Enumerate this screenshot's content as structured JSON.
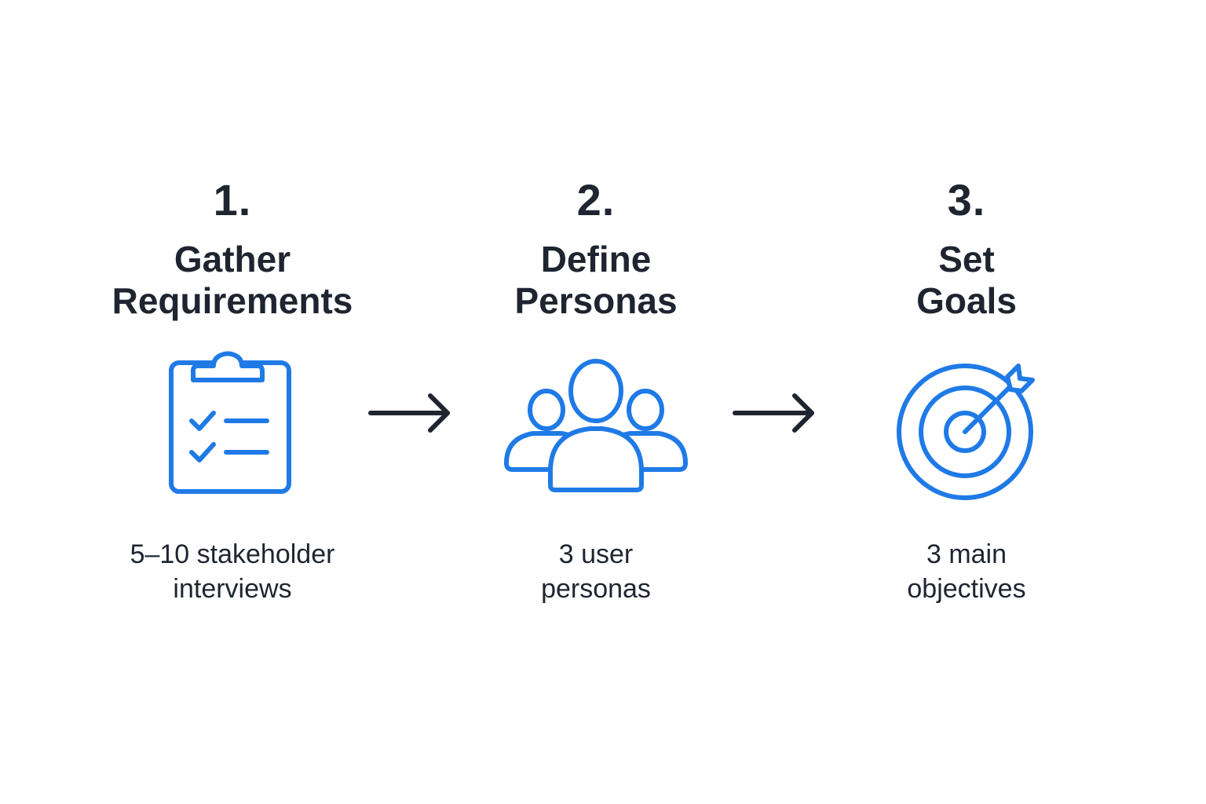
{
  "colors": {
    "icon_accent": "#1f7ae6",
    "text": "#1f2530",
    "arrow": "#1f2530",
    "background": "#ffffff"
  },
  "steps": [
    {
      "number": "1.",
      "title_lines": [
        "Gather",
        "Requirements"
      ],
      "icon": "clipboard-checklist-icon",
      "desc_lines": [
        "5–10 stakeholder",
        "interviews"
      ]
    },
    {
      "number": "2.",
      "title_lines": [
        "Define",
        "Personas"
      ],
      "icon": "user-group-icon",
      "desc_lines": [
        "3 user",
        "personas"
      ]
    },
    {
      "number": "3.",
      "title_lines": [
        "Set",
        "Goals"
      ],
      "icon": "target-arrow-icon",
      "desc_lines": [
        "3 main",
        "objectives"
      ]
    }
  ],
  "connectors": [
    "right-arrow-icon",
    "right-arrow-icon"
  ]
}
